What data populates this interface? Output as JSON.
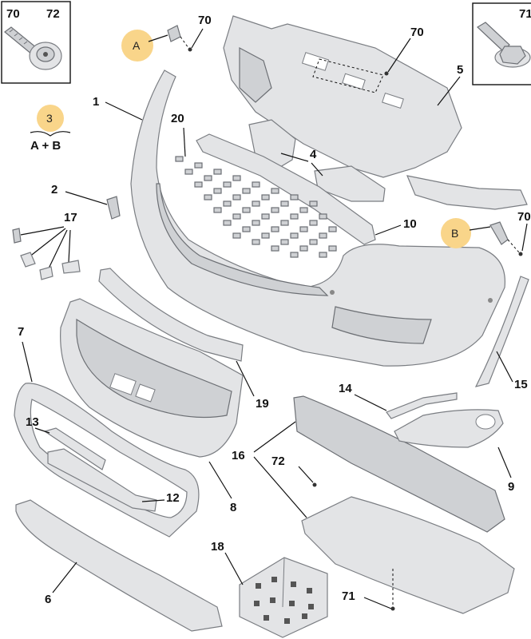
{
  "part_numbers": {
    "p1": "1",
    "p2": "2",
    "p3": "3",
    "p4": "4",
    "p5": "5",
    "p6": "6",
    "p7": "7",
    "p8": "8",
    "p9": "9",
    "p10": "10",
    "p12": "12",
    "p13": "13",
    "p14": "14",
    "p15": "15",
    "p16": "16",
    "p17": "17",
    "p18": "18",
    "p19": "19",
    "p20": "20",
    "p70": "70",
    "p71": "71",
    "p72": "72"
  },
  "badges": {
    "a": "A",
    "b": "B",
    "three": "3"
  },
  "legend_ab": "A + B",
  "colors": {
    "badge": "#f9d58a",
    "part_fill": "#e3e4e6",
    "part_stroke": "#7a7d82"
  },
  "icons": [
    "screw-icon",
    "washer-screw-icon"
  ]
}
